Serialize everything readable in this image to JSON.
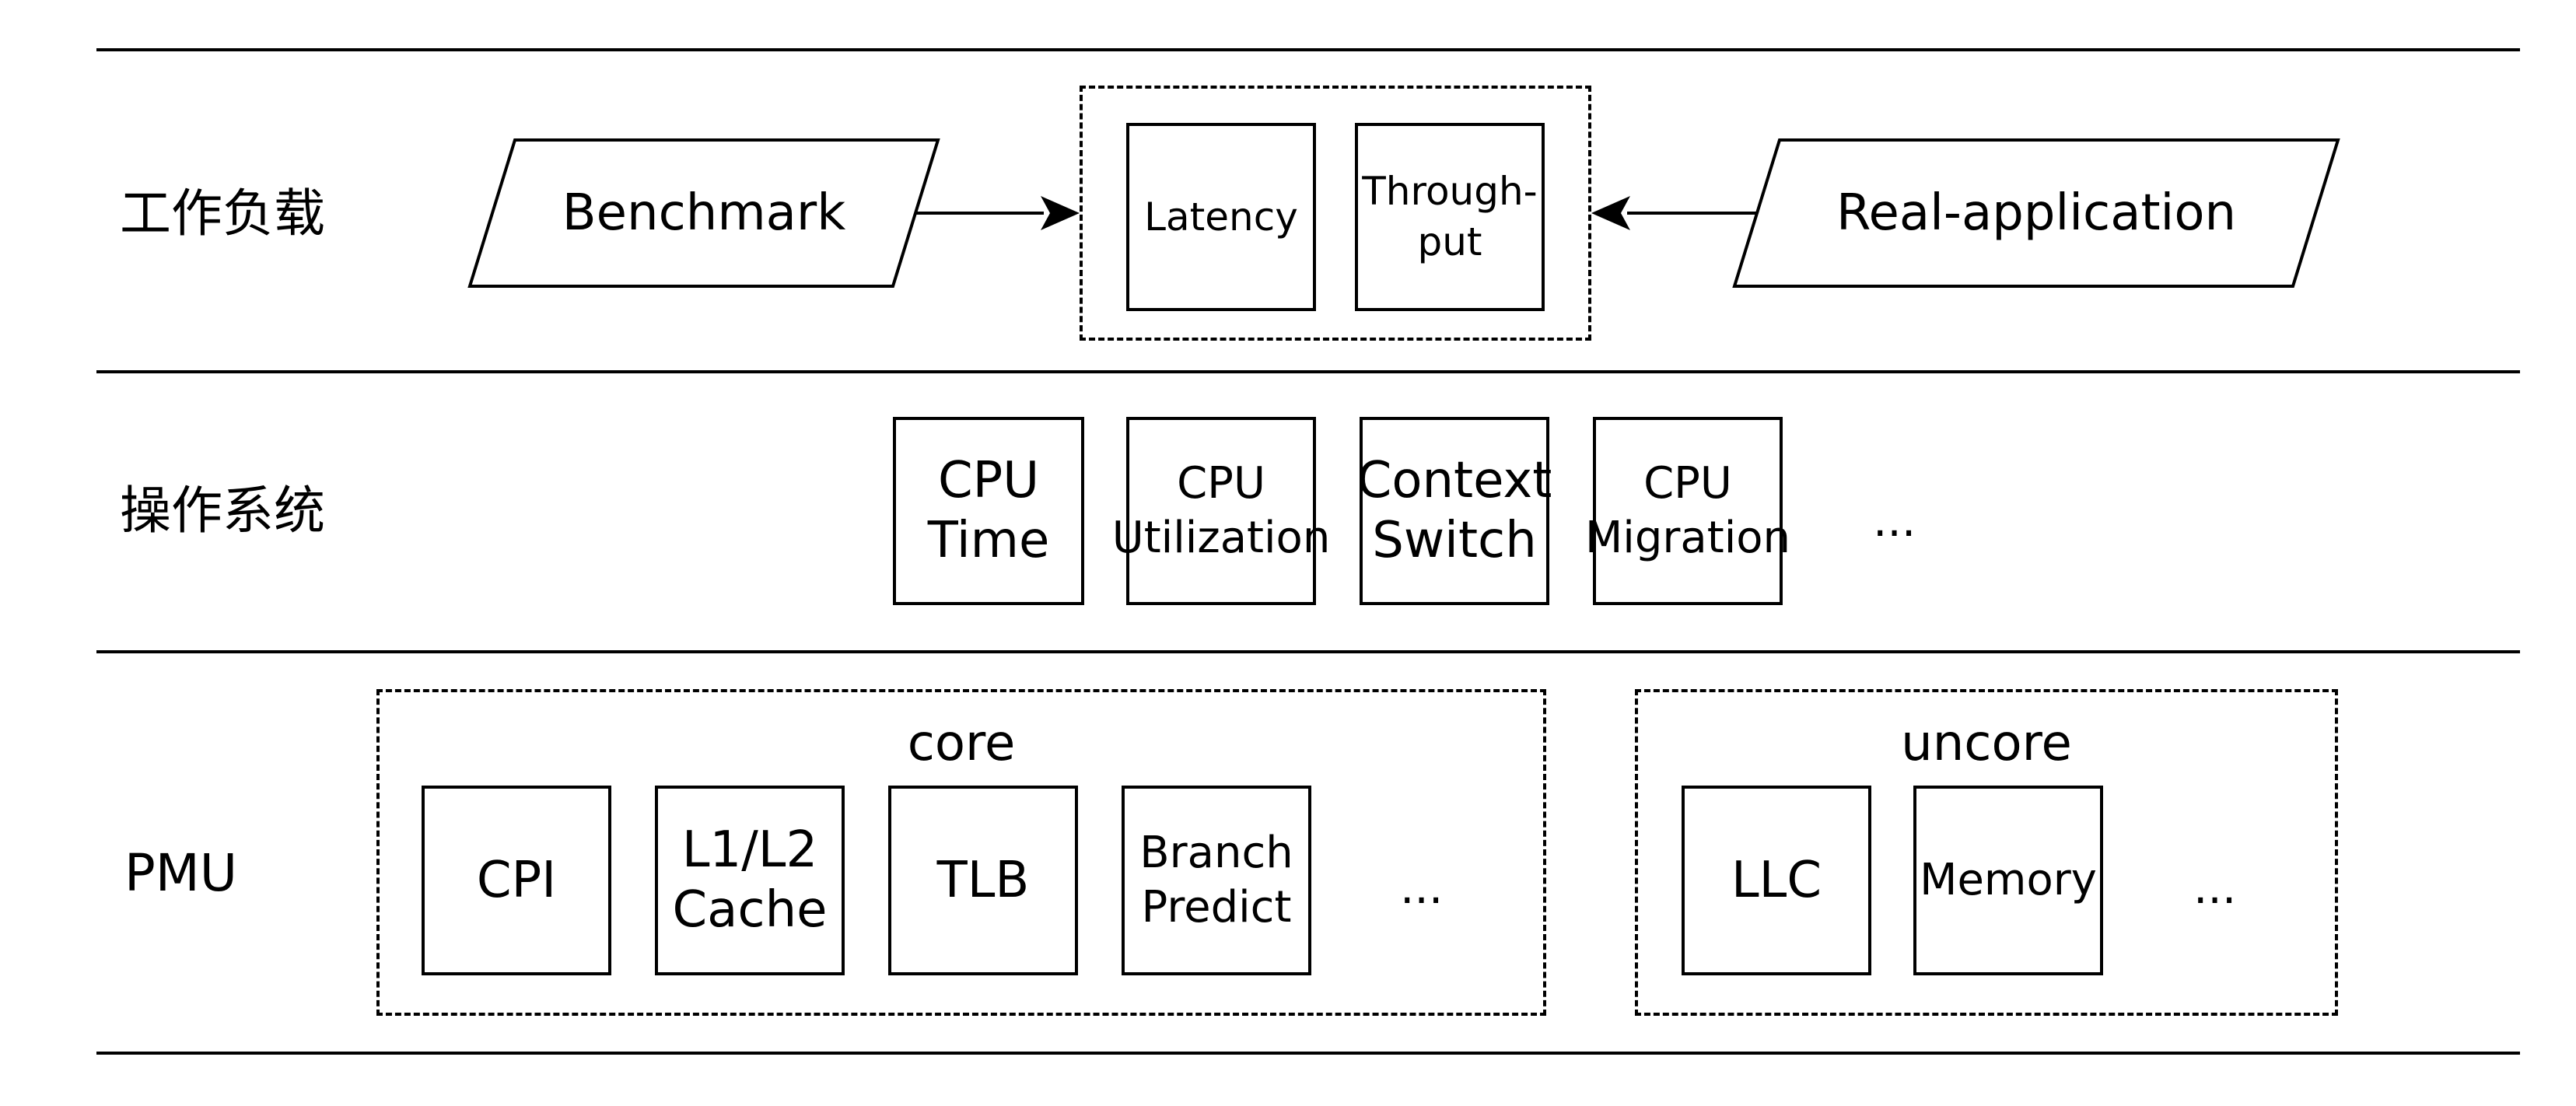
{
  "rows": [
    {
      "label": "工作负载"
    },
    {
      "label": "操作系统"
    },
    {
      "label": "PMU"
    }
  ],
  "workload": {
    "left_input": "Benchmark",
    "right_input": "Real-application",
    "metrics": [
      "Latency",
      "Through-\nput"
    ]
  },
  "os": {
    "metrics": [
      "CPU\nTime",
      "CPU\nUtilization",
      "Context\nSwitch",
      "CPU\nMigration"
    ],
    "more": "..."
  },
  "pmu": {
    "core": {
      "label": "core",
      "metrics": [
        "CPI",
        "L1/L2\nCache",
        "TLB",
        "Branch\nPredict"
      ],
      "more": "..."
    },
    "uncore": {
      "label": "uncore",
      "metrics": [
        "LLC",
        "Memory"
      ],
      "more": "..."
    }
  }
}
